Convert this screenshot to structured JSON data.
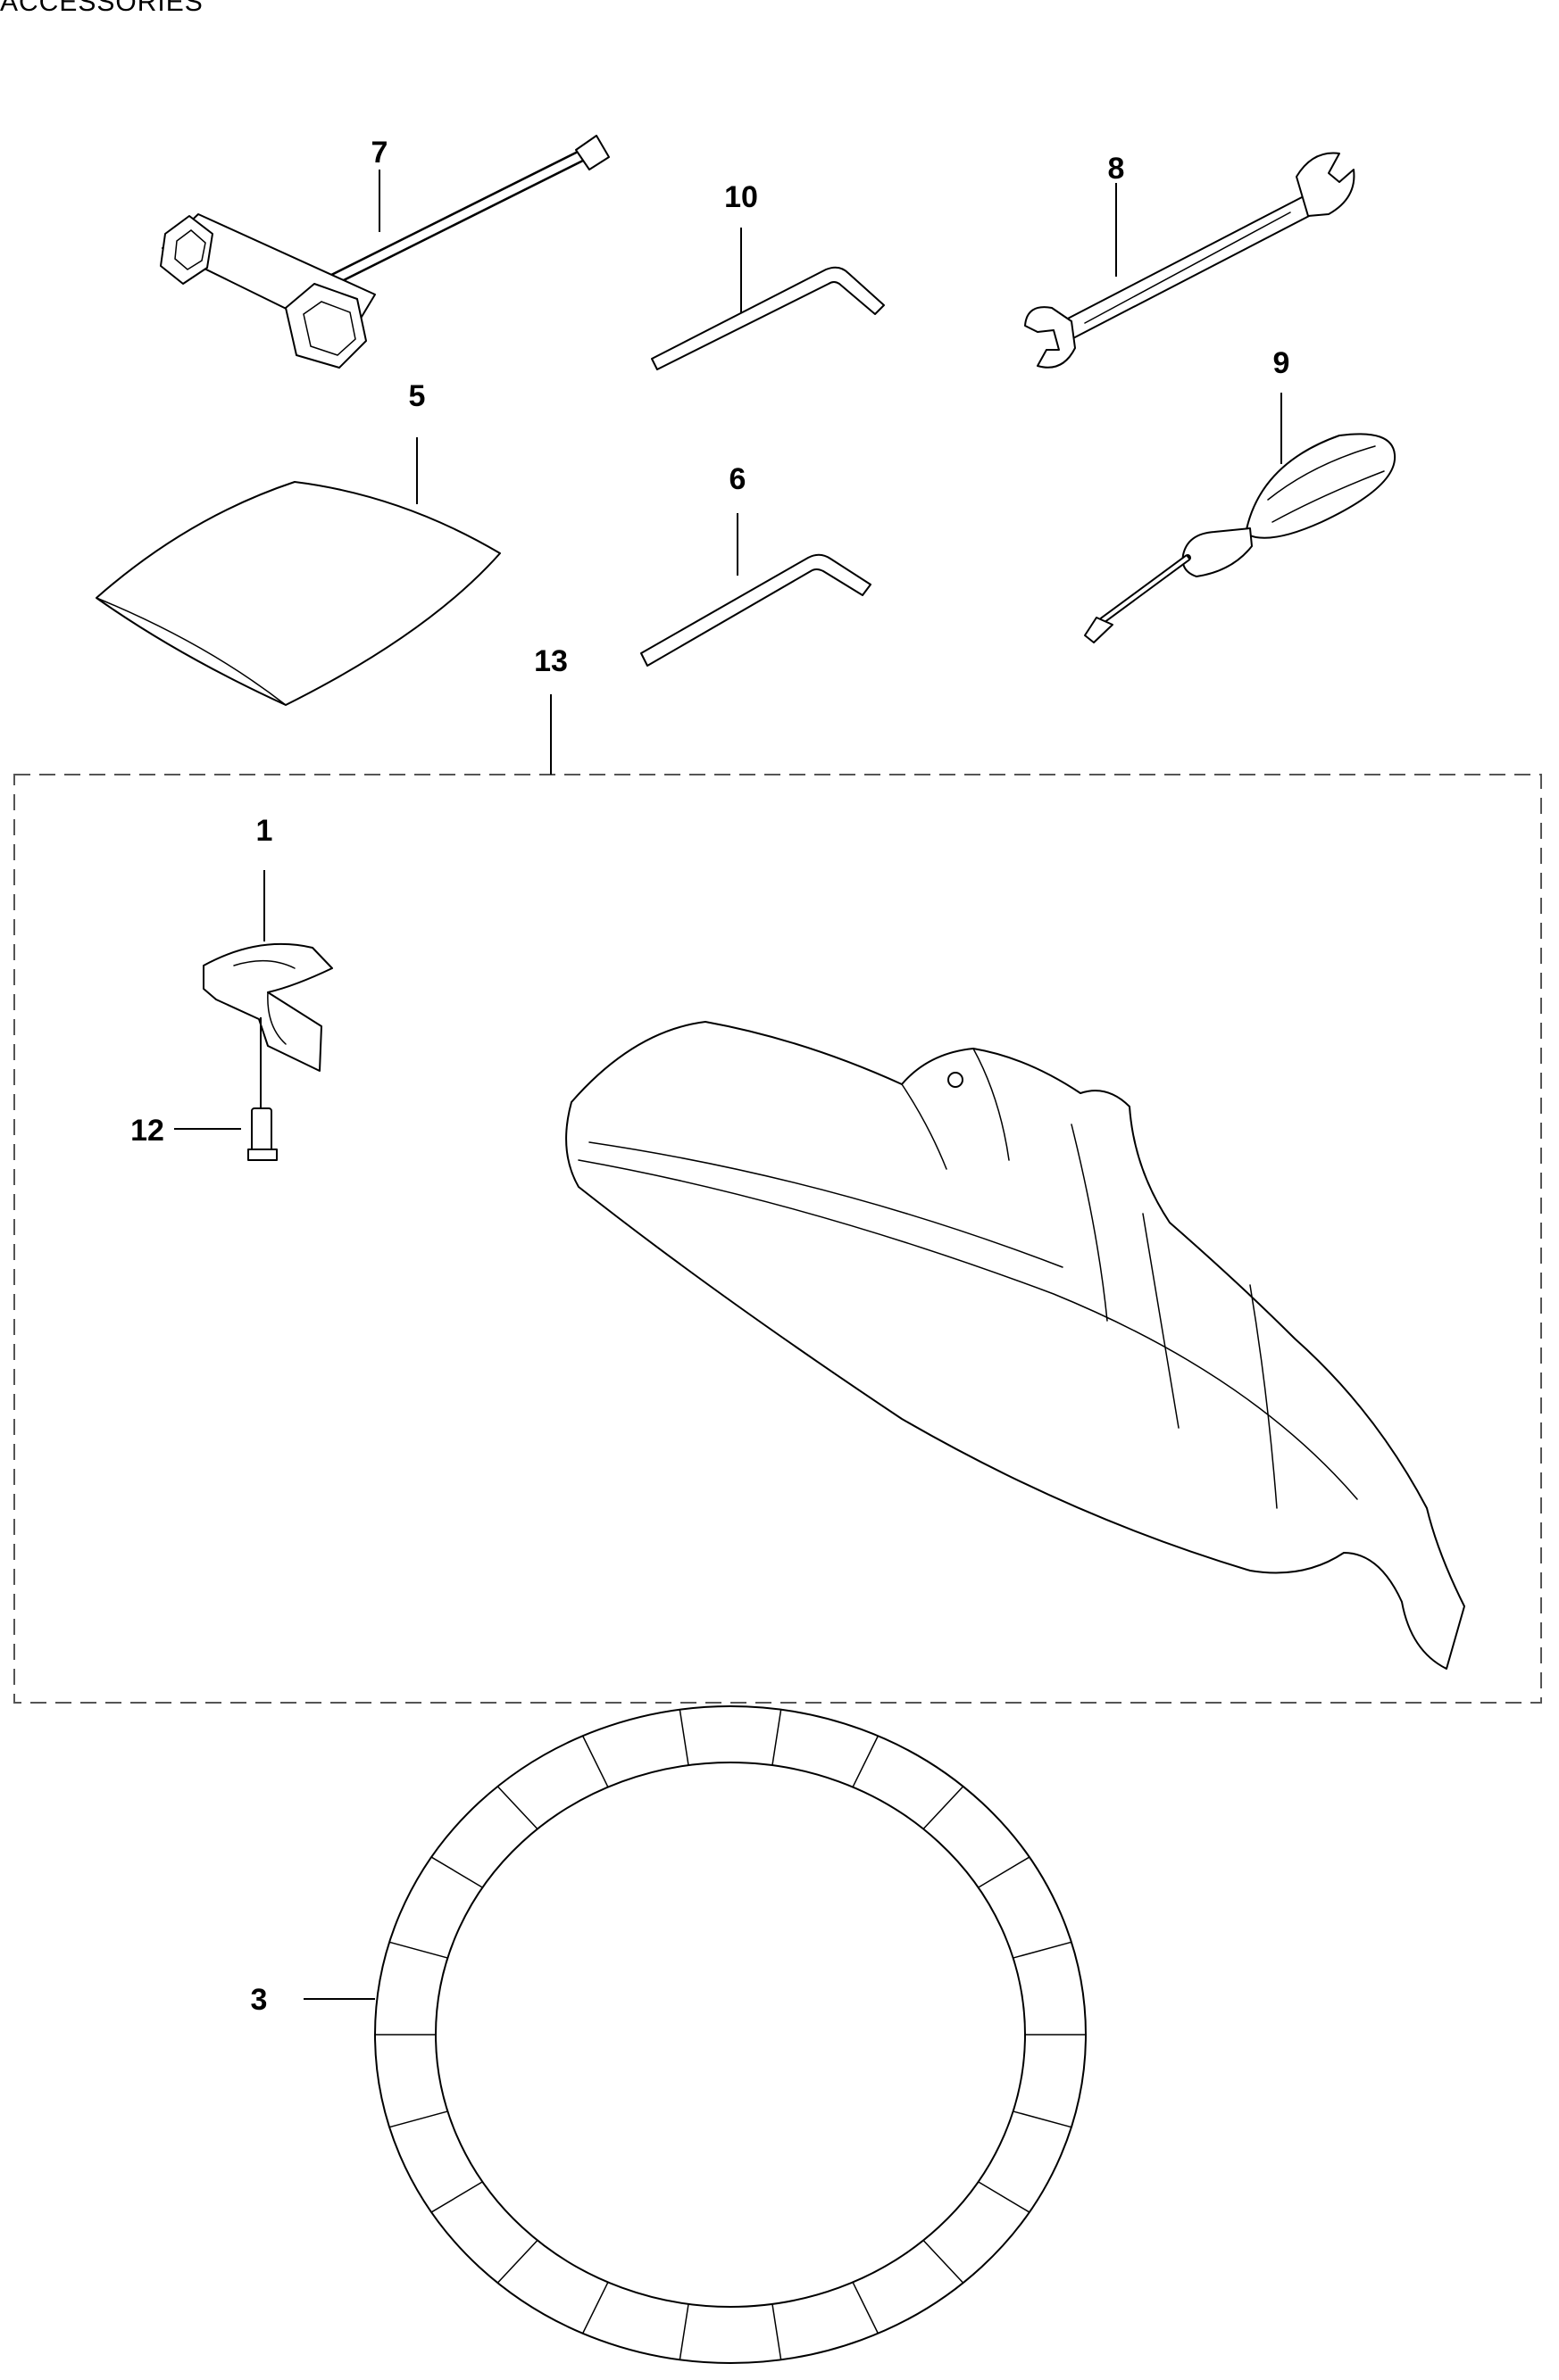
{
  "page": {
    "title": "ACCESSORIES"
  },
  "callouts": {
    "p1": "1",
    "p3": "3",
    "p5": "5",
    "p6": "6",
    "p7": "7",
    "p8": "8",
    "p9": "9",
    "p10": "10",
    "p12": "12",
    "p13": "13"
  }
}
